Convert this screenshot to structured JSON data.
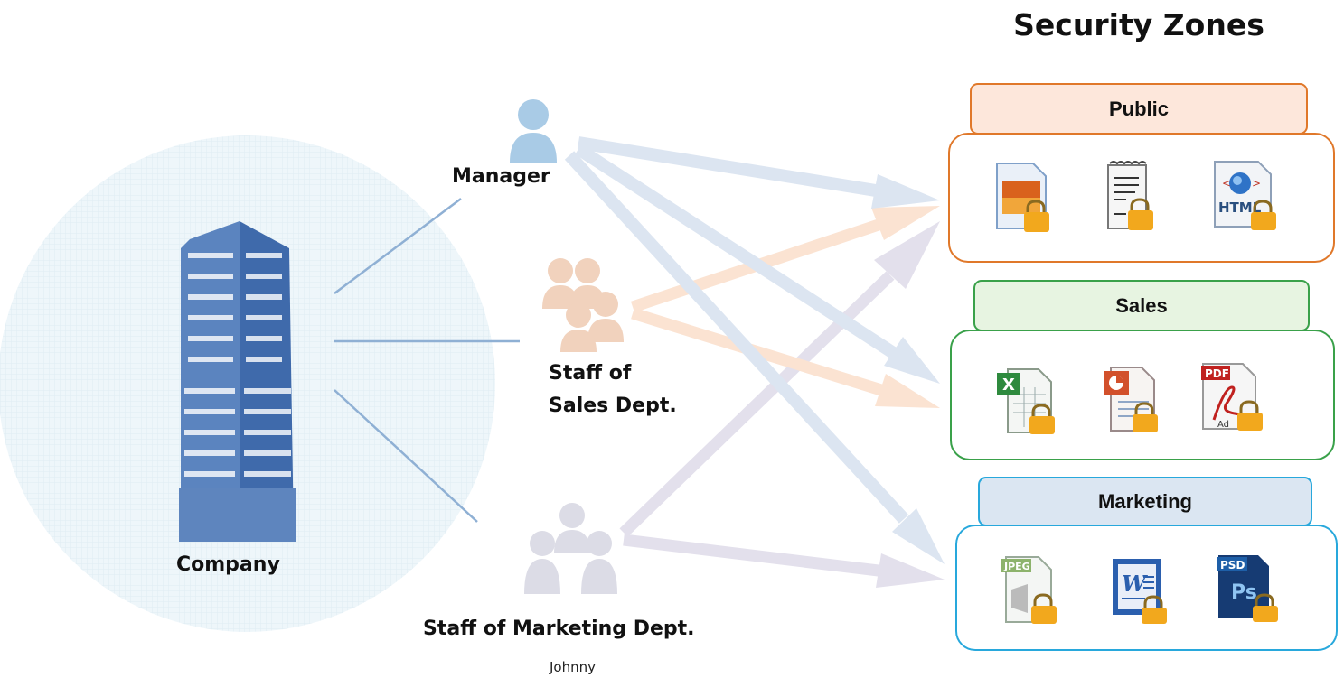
{
  "title": "Security Zones",
  "company": {
    "label": "Company",
    "icon": "office-building-icon"
  },
  "roles": [
    {
      "id": "manager",
      "label": "Manager",
      "icon": "single-user-icon",
      "color": "#a9cbe6"
    },
    {
      "id": "sales",
      "label_line1": "Staff of",
      "label_line2": "Sales Dept.",
      "icon": "user-group-icon",
      "color": "#f1d2bd"
    },
    {
      "id": "marketing",
      "label": "Staff of Marketing Dept.",
      "icon": "user-group-icon",
      "color": "#dcdce6"
    }
  ],
  "note": "Johnny",
  "zones": [
    {
      "id": "public",
      "label": "Public",
      "border": "#e0782a",
      "tab_fill": "#fde7db",
      "files": [
        "image-file-icon",
        "text-document-icon",
        "html-file-icon"
      ]
    },
    {
      "id": "sales",
      "label": "Sales",
      "border": "#3aa14a",
      "tab_fill": "#e7f4e1",
      "files": [
        "excel-file-icon",
        "powerpoint-file-icon",
        "pdf-file-icon"
      ]
    },
    {
      "id": "marketing",
      "label": "Marketing",
      "border": "#28a8dc",
      "tab_fill": "#dbe6f2",
      "files": [
        "jpeg-file-icon",
        "word-file-icon",
        "psd-file-icon"
      ]
    }
  ],
  "file_texts": {
    "html": "HTML",
    "pdf": "PDF",
    "pdf_sub": "Ad",
    "jpeg": "JPEG",
    "word": "W",
    "psd": "PSD",
    "psd_sub": "Ps"
  },
  "colors": {
    "manager_arrow": "#dce5f1",
    "sales_arrow": "#fbe3d2",
    "marketing_arrow": "#e3e0ec",
    "connector": "#8fb0d4",
    "lock": "#f2a81d"
  }
}
